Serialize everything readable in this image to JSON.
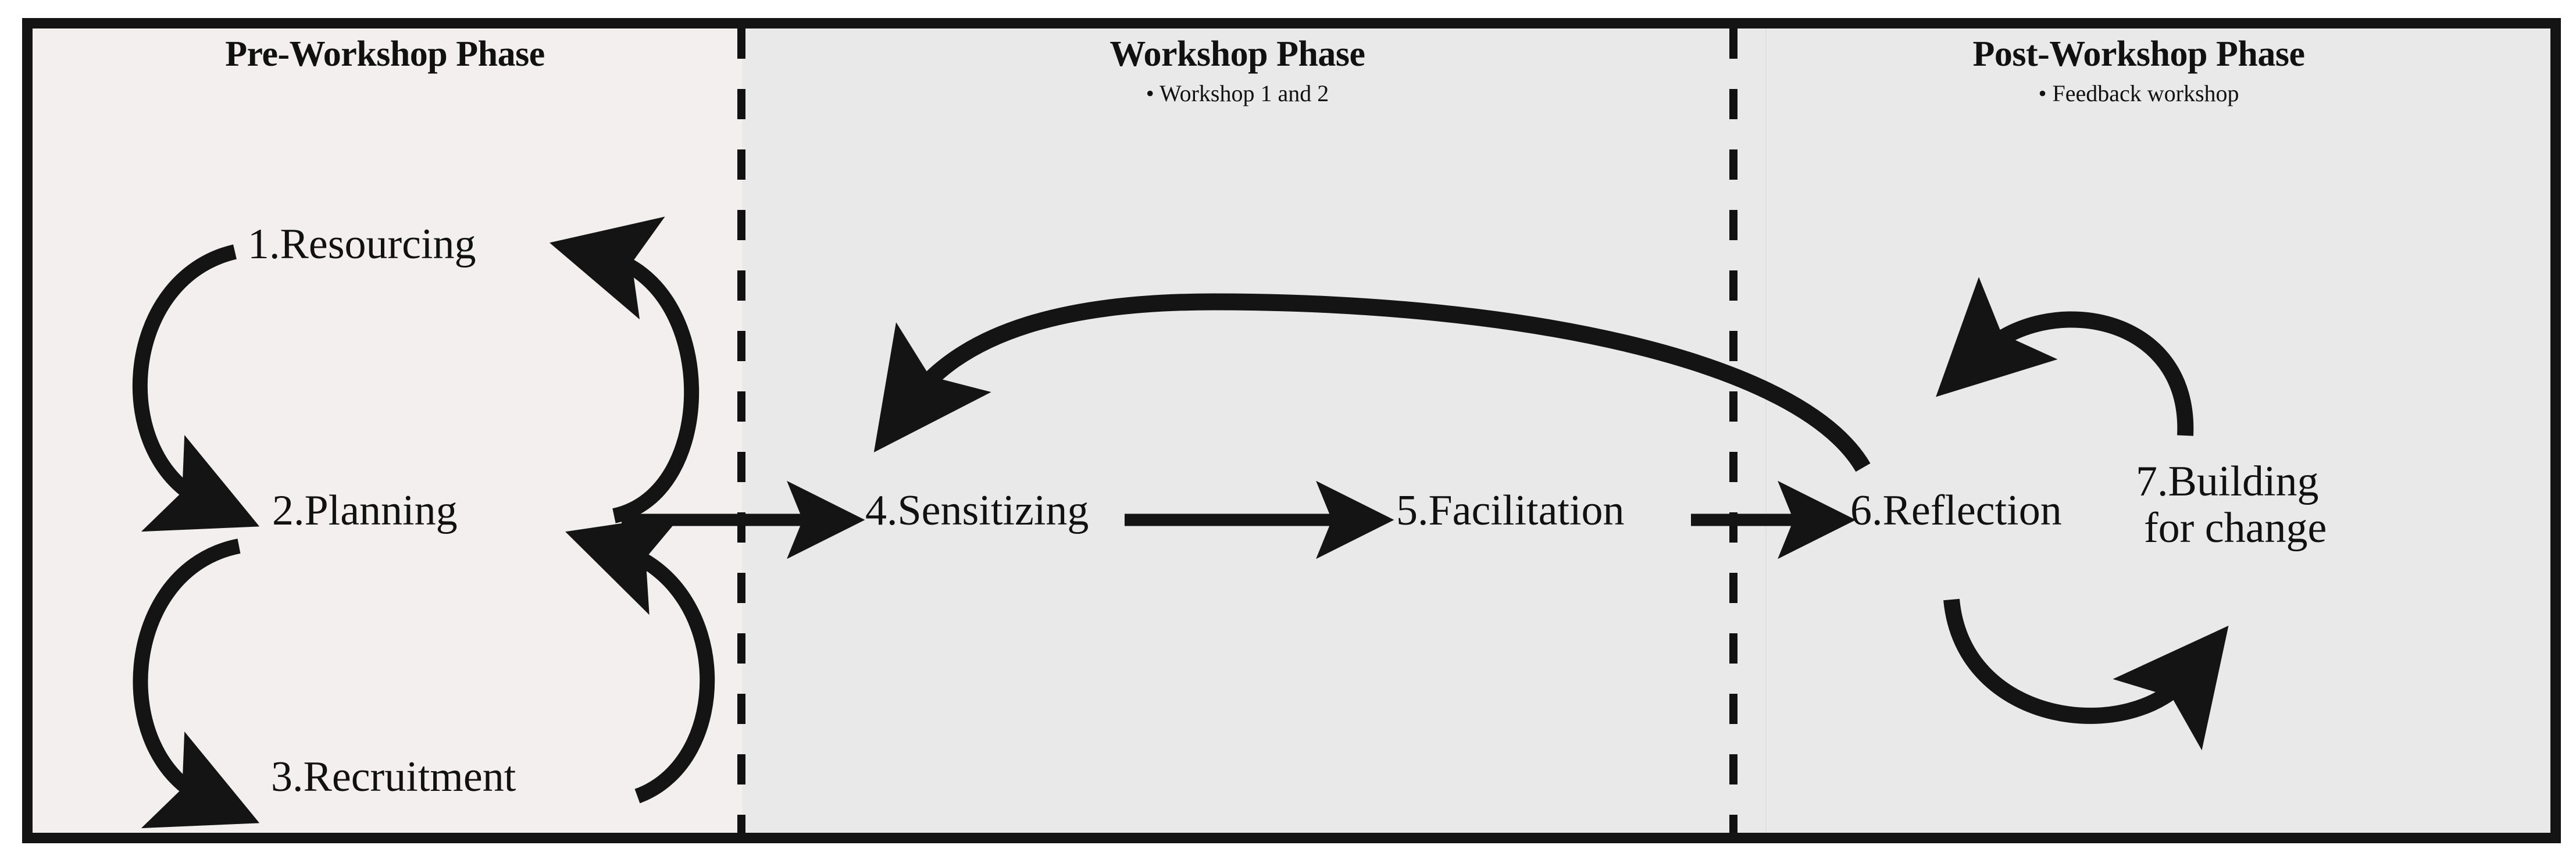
{
  "diagram": {
    "title": "Workshop process phases flow diagram",
    "frame_color": "#141414",
    "background_left": "#f2efee",
    "background_right": "#eae9e9",
    "ink_color": "#111111"
  },
  "phases": [
    {
      "key": "pre",
      "title": "Pre-Workshop Phase",
      "subtitle": ""
    },
    {
      "key": "workshop",
      "title": "Workshop Phase",
      "subtitle": "• Workshop 1 and 2"
    },
    {
      "key": "post",
      "title": "Post-Workshop Phase",
      "subtitle": "• Feedback workshop"
    }
  ],
  "steps": [
    {
      "number": "1",
      "label": "1.Resourcing"
    },
    {
      "number": "2",
      "label": "2.Planning"
    },
    {
      "number": "3",
      "label": "3.Recruitment"
    },
    {
      "number": "4",
      "label": "4.Sensitizing"
    },
    {
      "number": "5",
      "label": "5.Facilitation"
    },
    {
      "number": "6",
      "label": "6.Reflection"
    },
    {
      "number": "7",
      "label_line1": "7.Building",
      "label_line2": "for  change"
    }
  ],
  "arrows": [
    {
      "name": "resourcing-to-planning",
      "from": "1.Resourcing",
      "to": "2.Planning",
      "style": "curved-left"
    },
    {
      "name": "planning-to-resourcing",
      "from": "2.Planning",
      "to": "1.Resourcing",
      "style": "curved-right"
    },
    {
      "name": "planning-to-recruitment",
      "from": "2.Planning",
      "to": "3.Recruitment",
      "style": "curved-left"
    },
    {
      "name": "recruitment-to-planning",
      "from": "3.Recruitment",
      "to": "2.Planning",
      "style": "curved-right"
    },
    {
      "name": "planning-to-sensitizing",
      "from": "2.Planning",
      "to": "4.Sensitizing",
      "style": "straight"
    },
    {
      "name": "sensitizing-to-facilitation",
      "from": "4.Sensitizing",
      "to": "5.Facilitation",
      "style": "straight"
    },
    {
      "name": "facilitation-to-reflection",
      "from": "5.Facilitation",
      "to": "6.Reflection",
      "style": "straight"
    },
    {
      "name": "reflection-to-sensitizing",
      "from": "6.Reflection",
      "to": "4.Sensitizing",
      "style": "long-arc-feedback"
    },
    {
      "name": "building-to-reflection",
      "from": "7.Building for change",
      "to": "6.Reflection",
      "style": "cycle-top"
    },
    {
      "name": "reflection-to-building",
      "from": "6.Reflection",
      "to": "7.Building for change",
      "style": "cycle-bottom"
    }
  ]
}
